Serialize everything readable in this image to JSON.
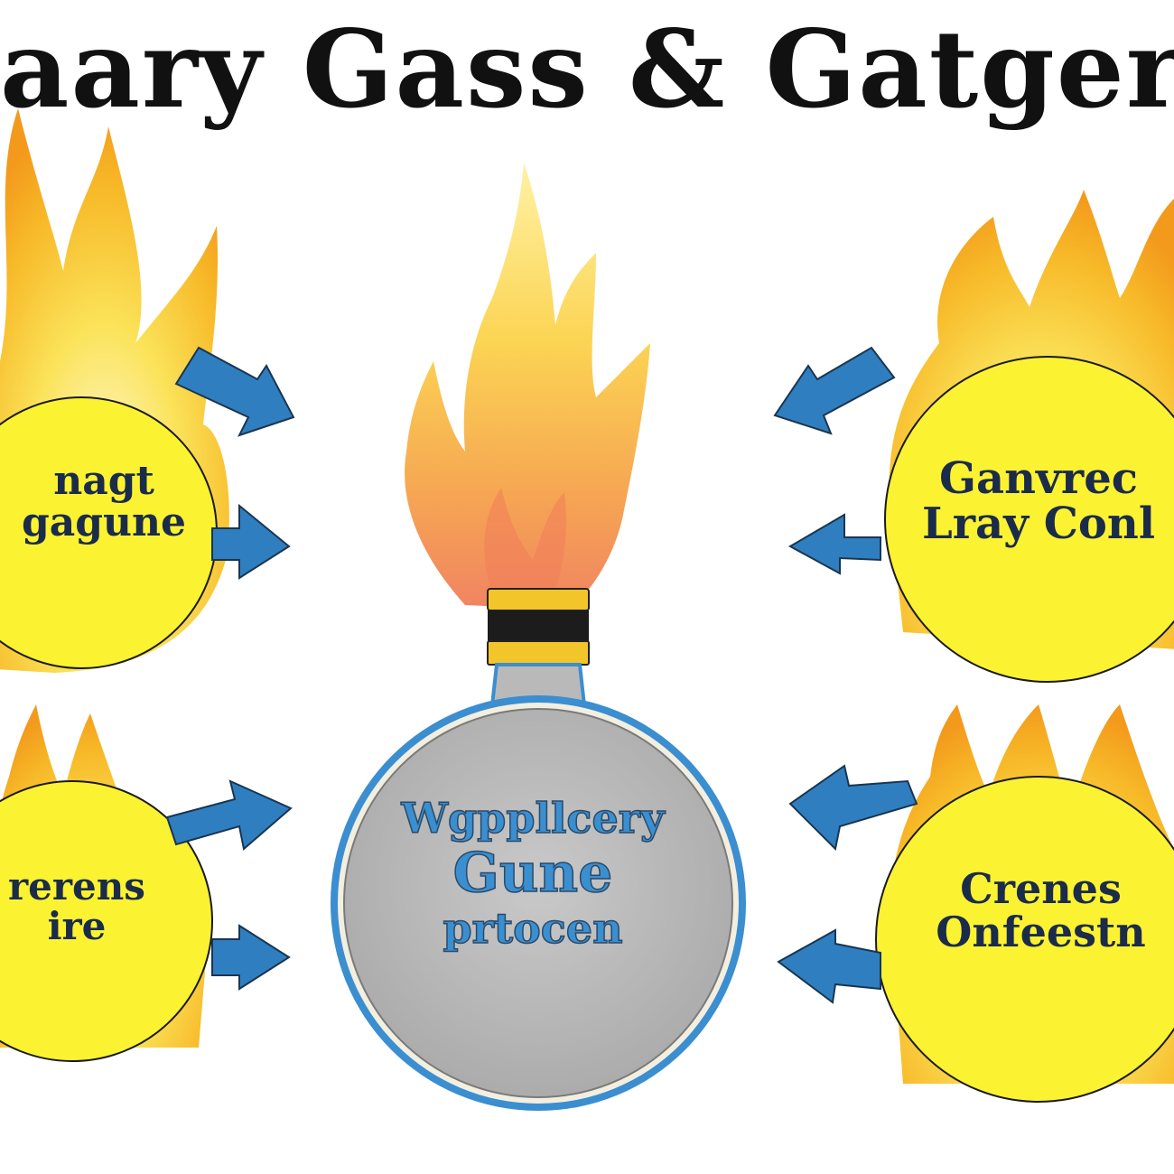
{
  "title": "aary Gass & Gatger",
  "center": {
    "lines": [
      "Wgppllcery",
      "Gune",
      "prtocen"
    ],
    "ring_color": "#3b8ed0",
    "fill_color": "#bdbdbd"
  },
  "nodes": [
    {
      "id": "top-left",
      "lines": [
        "nagt",
        "gagune"
      ]
    },
    {
      "id": "top-right",
      "lines": [
        "Ganvrec",
        "Lray Conl"
      ]
    },
    {
      "id": "bottom-left",
      "lines": [
        "rerens",
        "ire"
      ]
    },
    {
      "id": "bottom-right",
      "lines": [
        "Crenes",
        "Onfeestn"
      ]
    }
  ],
  "colors": {
    "flame_yellow": "#f9d21b",
    "flame_orange": "#f3a221",
    "flame_red": "#f07d5a",
    "node_fill": "#fbf232",
    "arrow": "#2f7fc0",
    "text": "#111111"
  }
}
